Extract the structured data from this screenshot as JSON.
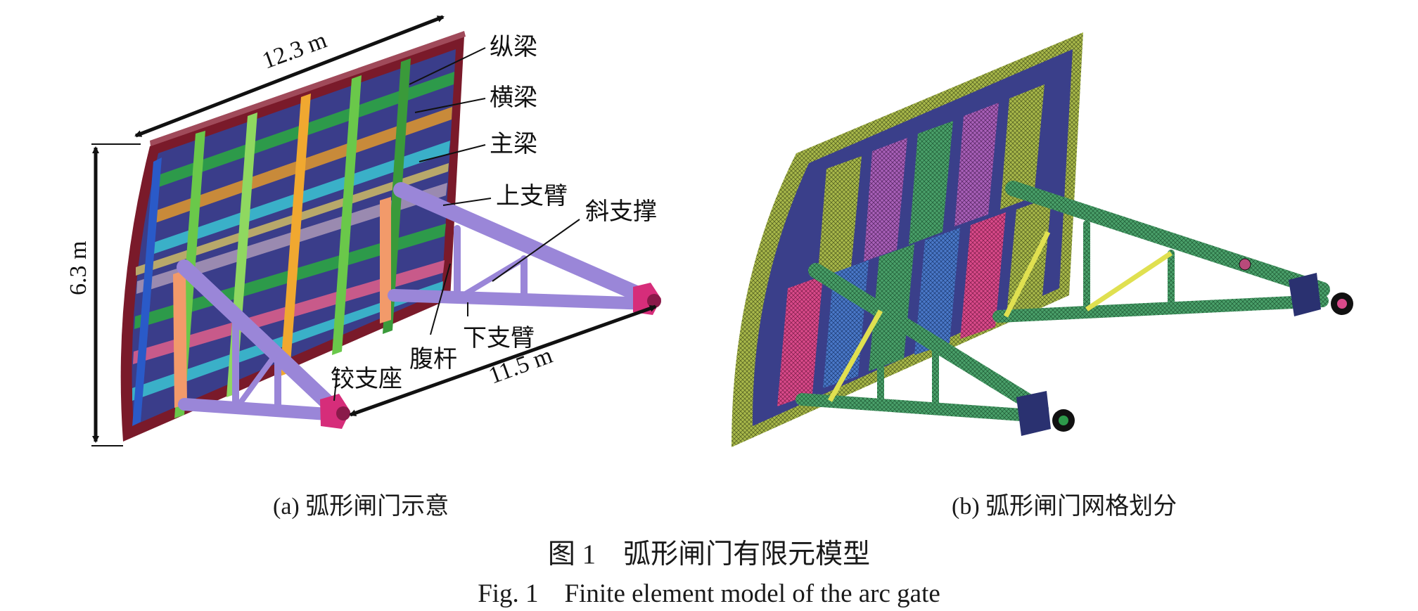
{
  "panel_a": {
    "dimensions": {
      "width_top": "12.3 m",
      "height_left": "6.3 m",
      "arm_length": "11.5 m"
    },
    "labels": {
      "longitudinal_beam": "纵梁",
      "cross_beam": "横梁",
      "main_beam": "主梁",
      "upper_arm": "上支臂",
      "diagonal_brace": "斜支撑",
      "lower_arm": "下支臂",
      "web_member": "腹杆",
      "hinge_support": "铰支座"
    },
    "caption": "(a) 弧形闸门示意"
  },
  "panel_b": {
    "caption": "(b) 弧形闸门网格划分"
  },
  "figure": {
    "caption_zh": "图 1　弧形闸门有限元模型",
    "caption_en": "Fig. 1　Finite element model of the arc gate"
  },
  "colors": {
    "frame": "#7a1a2a",
    "arm_a": "#9a86d8",
    "hinge_a": "#d62d7a",
    "mesh_green": "#4aa06a",
    "mesh_navy": "#2a3170"
  }
}
